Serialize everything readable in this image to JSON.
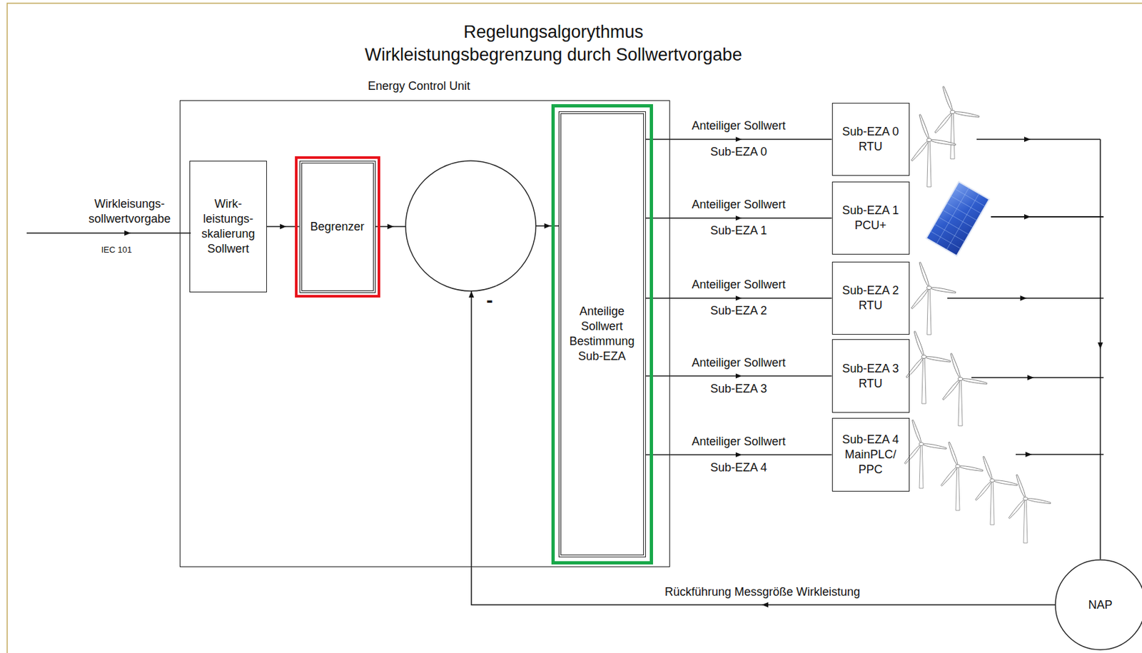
{
  "diagram": {
    "title": "Regelungsalgorythmus Wirkleistungsbegrenzung durch Sollwertvorgabe",
    "nodes": [
      {
        "text": [
          "Energy Control Unit"
        ]
      },
      {
        "text": [
          "Wirk- leistungs- skalierung Sollwert"
        ],
        "in": 0
      },
      {
        "text": [
          "Begrenzer"
        ],
        "in": 0
      },
      {
        "text": [
          "Anteilige Sollwert Bestimmung Sub-EZA"
        ],
        "in": 0
      },
      {
        "text": [
          "Sub-EZA 0 RTU"
        ]
      },
      {
        "text": [
          "Sub-EZA 1 PCU+"
        ]
      },
      {
        "text": [
          "Sub-EZA 2 RTU"
        ]
      },
      {
        "text": [
          "Sub-EZA 3 RTU"
        ]
      },
      {
        "text": [
          "Sub-EZA 4 MainPLC/ PPC"
        ]
      },
      {
        "text": [
          "NAP"
        ]
      }
    ],
    "edges": [
      {
        "from": 1,
        "to": 2,
        "arrow": "to"
      },
      {
        "from": 3,
        "to": 4,
        "label": "Anteiliger Sollwert",
        "arrow": "to"
      },
      {
        "from": 3,
        "to": 5,
        "label": "Anteiliger Sollwert",
        "arrow": "to"
      },
      {
        "from": 3,
        "to": 6,
        "label": "Anteiliger Sollwert",
        "arrow": "to"
      },
      {
        "from": 3,
        "to": 7,
        "label": "Anteiliger Sollwert",
        "arrow": "to"
      },
      {
        "from": 3,
        "to": 8,
        "label": "Anteiliger Sollwert",
        "arrow": "to"
      }
    ],
    "labels": [
      "Wirkleisungs- sollwertvorgabe",
      "IEC 101",
      "-",
      "Sub-EZA 0",
      "Sub-EZA 1",
      "Sub-EZA 2",
      "Sub-EZA 3",
      "Sub-EZA 4",
      "Rückführung Messgröße Wirkleistung"
    ]
  }
}
